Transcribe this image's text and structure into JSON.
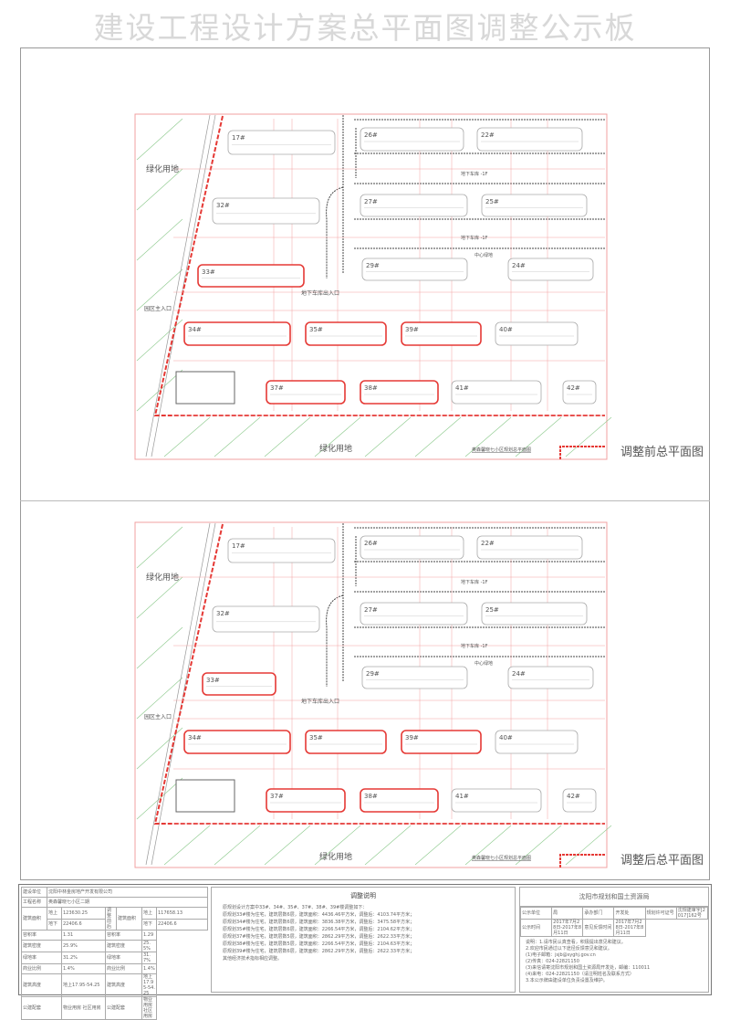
{
  "title": "建设工程设计方案总平面图调整公示板",
  "plans": [
    {
      "caption": "调整前总平面图",
      "name": "奥森馨晓七小区规划总平面图"
    },
    {
      "caption": "调整后总平面图",
      "name": "奥森馨晓七小区规划总平面图"
    }
  ],
  "labels": {
    "green": "绿化用地",
    "garage_entry": "地下车库出入口",
    "main_entry": "园区主入口",
    "center_green": "中心绿地",
    "garage": "地下车库 -1F"
  },
  "buildings": [
    "17#",
    "26#",
    "22#",
    "32#",
    "27#",
    "25#",
    "33#",
    "29#",
    "24#",
    "34#",
    "35#",
    "39#",
    "40#",
    "37#",
    "38#",
    "41#",
    "42#"
  ],
  "colors": {
    "red": "#e53935",
    "line": "#f2a0a0",
    "green": "#8bc98b",
    "dark": "#444444"
  },
  "table": {
    "unit_label": "建设单位",
    "unit": "沈阳中林金房地产开发有限公司",
    "project_label": "工程名称",
    "project": "奥森馨晓七小区二期",
    "area_label": "建筑面积",
    "above": "地上",
    "below": "地下",
    "before_above": "123630.25",
    "before_below": "22406.6",
    "after_above": "117658.13",
    "after_below": "22406.6",
    "middle_label": "调整前后",
    "rows": [
      {
        "k": "容积率",
        "b": "1.31",
        "a": "1.29"
      },
      {
        "k": "建筑密度",
        "b": "25.9%",
        "a": "25.5%"
      },
      {
        "k": "绿地率",
        "b": "31.2%",
        "a": "31.7%"
      },
      {
        "k": "商业比例",
        "b": "1.4%",
        "a": "1.4%"
      },
      {
        "k": "建筑高度",
        "b": "地上17.95-54.25",
        "a": "地上17.95-54.25"
      },
      {
        "k": "公建配套",
        "b": "物业用房 社区用房",
        "a": "物业用房 社区用房"
      }
    ]
  },
  "explain": {
    "title": "调整说明",
    "lines": [
      "原规划设计方案中33#、34#、35#、37#、38#、39#楼调整如下：",
      "原规划33#楼为住宅，建筑层数6层，建筑面积：4436.46平方米，调整后：4103.74平方米；",
      "原规划34#楼为住宅，建筑层数6层，建筑面积：3836.38平方米，调整后：3475.58平方米；",
      "原规划35#楼为住宅，建筑层数6层，建筑面积：2266.54平方米，调整后：2104.62平方米；",
      "原规划37#楼为住宅，建筑层数5层，建筑面积：2862.29平方米，调整后：2622.33平方米；",
      "原规划38#楼为住宅，建筑层数5层，建筑面积：2266.54平方米，调整后：2104.63平方米；",
      "原规划39#楼为住宅，建筑层数6层，建筑面积：2862.29平方米，调整后：2622.33平方米；",
      "其他经济技术指标相应调整。"
    ]
  },
  "notice": {
    "title": "沈阳市规划和国土资源局",
    "r1": [
      "公示单位",
      "局",
      "承办部门",
      "开发处",
      "规划许可证号",
      "沈规建审字[2017]162号"
    ],
    "r2": [
      "公示时间",
      "2017年7月28日-2017年8月11日",
      "意见反馈时间",
      "2017年7月28日-2017年8月11日"
    ],
    "lines": [
      "说明：1.请市民认真查看，积极提出意见和建议。",
      "2.欢迎市民通过以下途径反馈意见和建议。",
      "(1)电子邮箱：jsjb@syghj.gov.cn",
      "(2)传真：024-22821150",
      "(3)来信请寄沈阳市规划和国土资源局开发处，邮编：110011",
      "(4)来电：024-22821150（请注明姓名及联系方式）",
      "3.本公示牌由建设单位负责设置及维护。"
    ]
  }
}
